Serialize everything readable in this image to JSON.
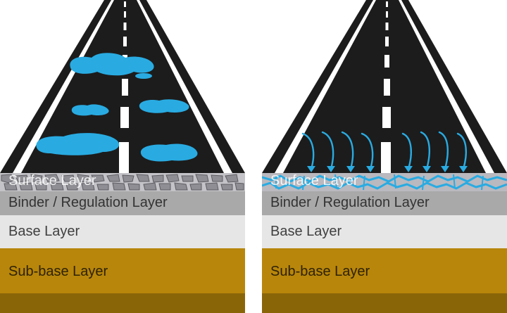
{
  "diagram": {
    "left": {
      "surface_label": "Surface Layer",
      "binder_label": "Binder / Regulation Layer",
      "base_label": "Base Layer",
      "subbase_label": "Sub-base Layer"
    },
    "right": {
      "surface_label": "Surface Layer",
      "binder_label": "Binder / Regulation Layer",
      "base_label": "Base Layer",
      "subbase_label": "Sub-base Layer"
    }
  },
  "colors": {
    "asphalt": "#1c1c1c",
    "water": "#29abe2",
    "surface_stone": "#8e8e94",
    "binder": "#a9a9a9",
    "base": "#e6e6e6",
    "subbase": "#b8860b",
    "bottom": "#8a6508"
  }
}
